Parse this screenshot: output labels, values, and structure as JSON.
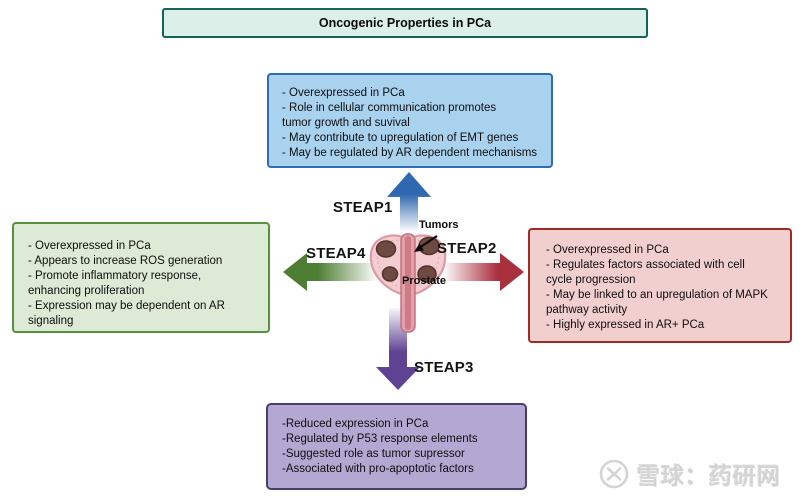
{
  "title": {
    "text": "Oncogenic Properties in PCa"
  },
  "center": {
    "tumors_label": "Tumors",
    "prostate_label": "Prostate"
  },
  "steap1": {
    "label": "STEAP1",
    "lines": [
      "- Overexpressed in PCa",
      "- Role in cellular communication promotes",
      "tumor growth and suvival",
      "- May contribute to upregulation of EMT genes",
      "- May be regulated by AR dependent mechanisms"
    ]
  },
  "steap2": {
    "label": "STEAP2",
    "lines": [
      "- Overexpressed in PCa",
      "- Regulates factors associated with cell",
      "cycle progression",
      "- May be linked to an upregulation of MAPK",
      "pathway activity",
      "- Highly expressed in AR+ PCa"
    ]
  },
  "steap3": {
    "label": "STEAP3",
    "lines": [
      "-Reduced expression in PCa",
      "-Regulated by P53 response elements",
      "-Suggested role as tumor supressor",
      "-Associated with pro-apoptotic factors"
    ]
  },
  "steap4": {
    "label": "STEAP4",
    "lines": [
      "- Overexpressed in PCa",
      "- Appears to increase ROS generation",
      "- Promote inflammatory response,",
      "enhancing proliferation",
      "- Expression may be dependent on AR",
      "signaling"
    ]
  },
  "watermark": {
    "text": "雪球：药研网"
  },
  "colors": {
    "title_fill": "#ddefe9",
    "title_border": "#17635a",
    "steap1_fill": "#a9d2ef",
    "steap1_border": "#2e6cb5",
    "steap1_arrow": "#2e68b0",
    "steap2_fill": "#f2cfcf",
    "steap2_border": "#9e2b26",
    "steap2_arrow": "#aa303e",
    "steap3_fill": "#b4a8d3",
    "steap3_border": "#46406e",
    "steap3_arrow": "#5f4393",
    "steap4_fill": "#dcead6",
    "steap4_border": "#56923f",
    "steap4_arrow": "#4e7e33",
    "prostate_body": "#f4cdd2",
    "prostate_outline": "#db9ba6",
    "urethra": "#e2a0aa",
    "tumor": "#6f4a42"
  }
}
